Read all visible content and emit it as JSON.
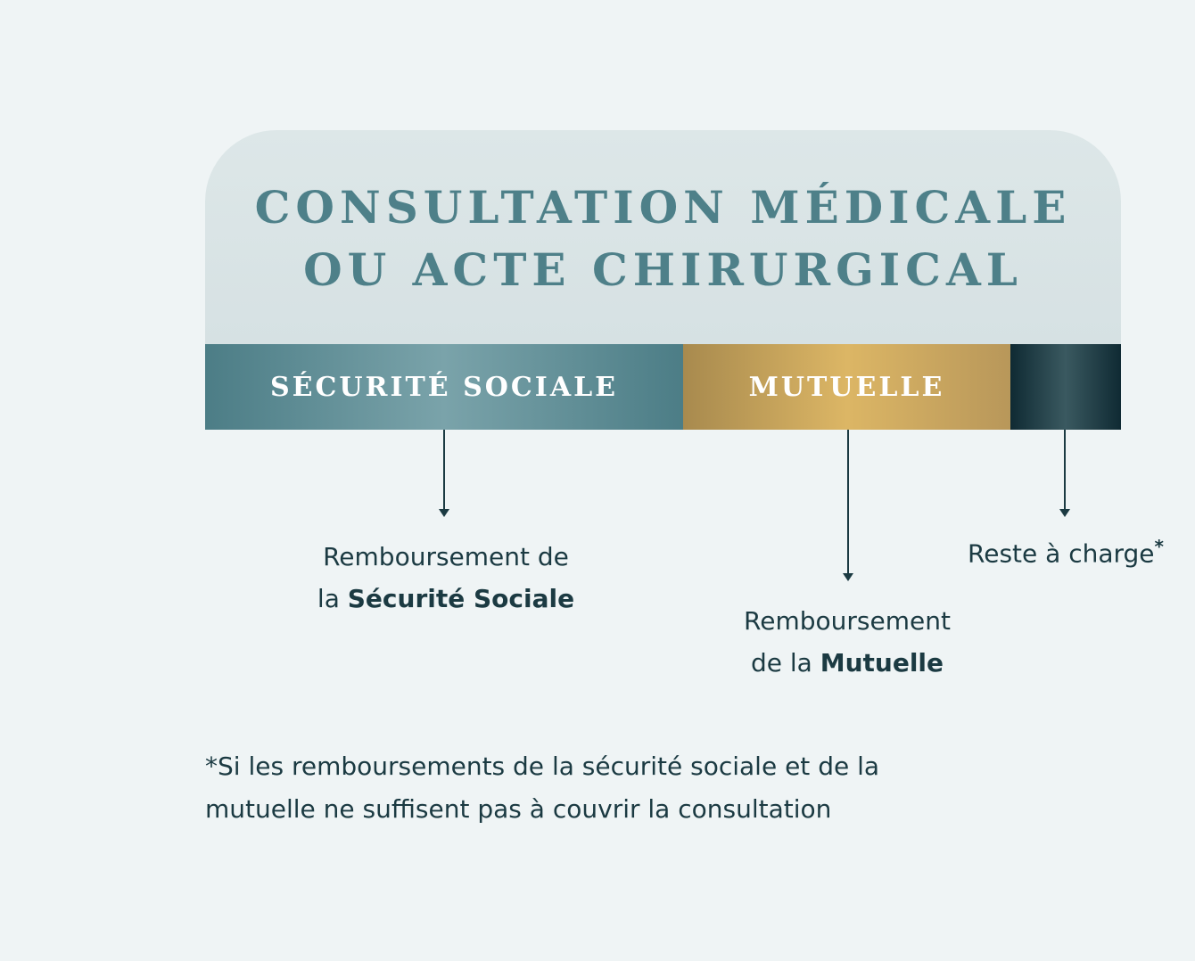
{
  "title": {
    "line1": "CONSULTATION MÉDICALE",
    "line2": "OU ACTE CHIRURGICAL"
  },
  "segments": {
    "securite_sociale": "SÉCURITÉ SOCIALE",
    "mutuelle": "MUTUELLE"
  },
  "labels": {
    "ss_line1": "Remboursement de",
    "ss_prefix": "la ",
    "ss_bold": "Sécurité Sociale",
    "mu_line1": "Remboursement",
    "mu_prefix": "de la ",
    "mu_bold": "Mutuelle",
    "rc": "Reste à charge",
    "rc_star": "*"
  },
  "footnote": {
    "line1": "*Si les remboursements de la sécurité sociale et de la",
    "line2": "mutuelle ne suffisent pas à couvrir la consultation"
  },
  "colors": {
    "teal": "#4e8089",
    "gold": "#dcb665",
    "dark": "#0f2a33",
    "text": "#1b3a42"
  }
}
